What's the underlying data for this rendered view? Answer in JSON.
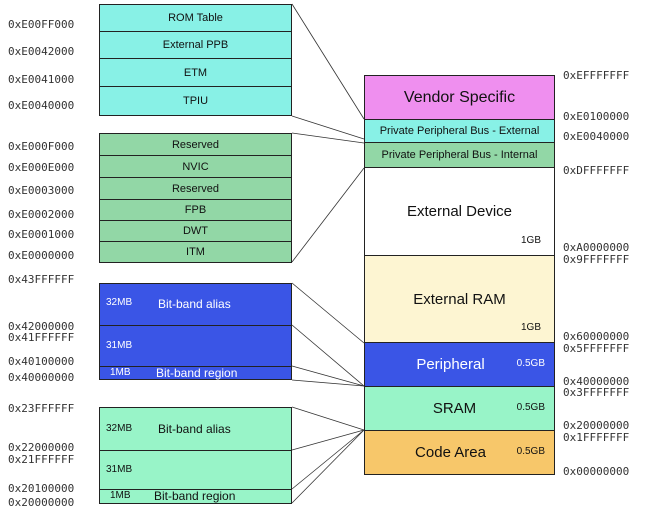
{
  "colors": {
    "teal": "#88f1e6",
    "green_dark": "#92d7a6",
    "blue": "#3a55e6",
    "mint": "#98f4c8",
    "vendor": "#ef8fef",
    "white": "#ffffff",
    "cream": "#fdf5d2",
    "orange": "#f7c76a"
  },
  "ppb_ext": {
    "addresses": [
      "0xE00FF000",
      "0xE0042000",
      "0xE0041000",
      "0xE0040000"
    ],
    "blocks": [
      "ROM Table",
      "External PPB",
      "ETM",
      "TPIU"
    ]
  },
  "ppb_int": {
    "addresses": [
      "0xE000F000",
      "0xE000E000",
      "0xE0003000",
      "0xE0002000",
      "0xE0001000",
      "0xE0000000"
    ],
    "blocks": [
      "Reserved",
      "NVIC",
      "Reserved",
      "FPB",
      "DWT",
      "ITM"
    ]
  },
  "bitband_periph": {
    "addresses": [
      "0x43FFFFFF",
      "0x42000000",
      "0x41FFFFFF",
      "0x40100000",
      "0x40000000"
    ],
    "alias_size": "32MB",
    "alias_label": "Bit-band alias",
    "gap_size": "31MB",
    "region_size": "1MB",
    "region_label": "Bit-band region"
  },
  "bitband_sram": {
    "addresses": [
      "0x23FFFFFF",
      "0x22000000",
      "0x21FFFFFF",
      "0x20100000",
      "0x20000000"
    ],
    "alias_size": "32MB",
    "alias_label": "Bit-band alias",
    "gap_size": "31MB",
    "region_size": "1MB",
    "region_label": "Bit-band region"
  },
  "memory_map": {
    "vendor": "Vendor Specific",
    "ppb_external": "Private Peripheral Bus - External",
    "ppb_internal": "Private Peripheral Bus - Internal",
    "external_device": {
      "label": "External Device",
      "size": "1GB"
    },
    "external_ram": {
      "label": "External RAM",
      "size": "1GB"
    },
    "peripheral": {
      "label": "Peripheral",
      "size": "0.5GB"
    },
    "sram": {
      "label": "SRAM",
      "size": "0.5GB"
    },
    "code": {
      "label": "Code Area",
      "size": "0.5GB"
    }
  },
  "right_addresses": [
    "0xEFFFFFFF",
    "0xE0100000",
    "0xE0040000",
    "0xDFFFFFFF",
    "0xA0000000",
    "0x9FFFFFFF",
    "0x60000000",
    "0x5FFFFFFF",
    "0x40000000",
    "0x3FFFFFFF",
    "0x20000000",
    "0x1FFFFFFF",
    "0x00000000"
  ]
}
